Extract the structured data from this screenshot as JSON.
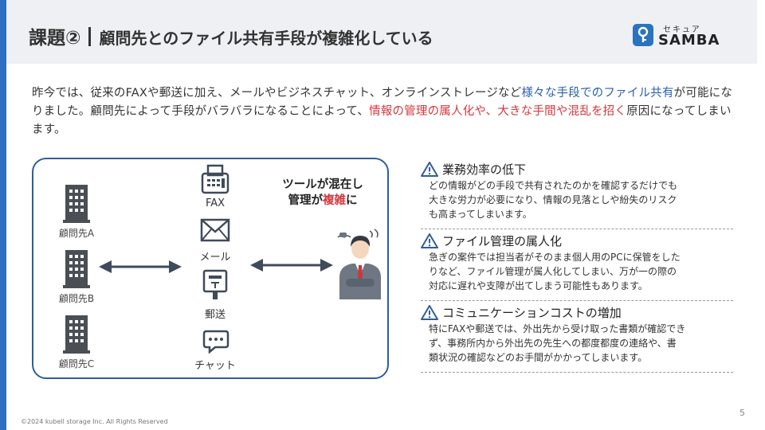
{
  "header": {
    "title": "課題②",
    "subtitle": "顧問先とのファイル共有手段が複雑化している"
  },
  "logo": {
    "small_text": "セキュア",
    "big_text": "SAMBA"
  },
  "intro": {
    "part1": "昨今では、従来のFAXや郵送に加え、メールやビジネスチャット、オンラインストレージなど",
    "part2_blue": "様々な手段でのファイル共有",
    "part3": "が可能になりました。顧問先によって手段がバラバラになることによって、",
    "part4_red": "情報の管理の属人化や、大きな手間や混乱を招く",
    "part5": "原因になってしまいます。"
  },
  "diagram": {
    "clients": [
      "顧問先A",
      "顧問先B",
      "顧問先C"
    ],
    "channels": [
      "FAX",
      "メール",
      "郵送",
      "チャット"
    ],
    "mixed_line1": "ツールが混在し",
    "mixed_line2_pre": "管理が",
    "mixed_line2_red": "複雑",
    "mixed_line2_post": "に"
  },
  "issues": [
    {
      "title": "業務効率の低下",
      "lines": [
        "どの情報がどの手段で共有されたのかを確認するだけでも",
        "大きな労力が必要になり、情報の見落としや紛失のリスク",
        "も高まってしまいます。"
      ]
    },
    {
      "title": "ファイル管理の属人化",
      "lines": [
        "急ぎの案件では担当者がそのまま個人用のPCに保管をした",
        "りなど、ファイル管理が属人化してしまい、万が一の際の",
        "対応に遅れや支障が出てしまう可能性もあります。"
      ]
    },
    {
      "title": "コミュニケーションコストの増加",
      "lines": [
        "特にFAXや郵送では、外出先から受け取った書類が確認でき",
        "ず、事務所内から外出先の先生への都度都度の連絡や、書",
        "類状況の確認などのお手間がかかってしまいます。"
      ]
    }
  ],
  "footer": {
    "copyright": "©2024 kubell storage Inc. All Rights Reserved",
    "page": "5"
  },
  "colors": {
    "accent_blue": "#2f6fc0",
    "warning_red": "#d4383e",
    "header_bg": "#eef0f3"
  }
}
